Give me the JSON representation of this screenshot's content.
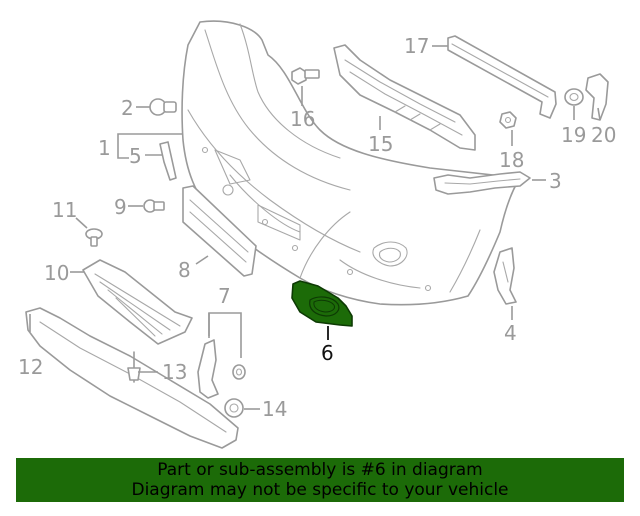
{
  "diagram": {
    "callouts": [
      {
        "id": "c1",
        "label": "1"
      },
      {
        "id": "c2",
        "label": "2"
      },
      {
        "id": "c3",
        "label": "3"
      },
      {
        "id": "c4",
        "label": "4"
      },
      {
        "id": "c5",
        "label": "5"
      },
      {
        "id": "c6",
        "label": "6",
        "highlighted": true
      },
      {
        "id": "c7",
        "label": "7"
      },
      {
        "id": "c8",
        "label": "8"
      },
      {
        "id": "c9",
        "label": "9"
      },
      {
        "id": "c10",
        "label": "10"
      },
      {
        "id": "c11",
        "label": "11"
      },
      {
        "id": "c12",
        "label": "12"
      },
      {
        "id": "c13",
        "label": "13"
      },
      {
        "id": "c14",
        "label": "14"
      },
      {
        "id": "c15",
        "label": "15"
      },
      {
        "id": "c16",
        "label": "16"
      },
      {
        "id": "c17",
        "label": "17"
      },
      {
        "id": "c18",
        "label": "18"
      },
      {
        "id": "c19",
        "label": "19"
      },
      {
        "id": "c20",
        "label": "20"
      }
    ],
    "colors": {
      "line_art": "#9a9a9a",
      "highlight_fill": "#1c6b08",
      "highlight_text": "#111111",
      "banner_bg": "#1c6b08"
    }
  },
  "banner": {
    "line1": "Part or sub-assembly is #6 in diagram",
    "line2": "Diagram may not be specific to your vehicle"
  }
}
